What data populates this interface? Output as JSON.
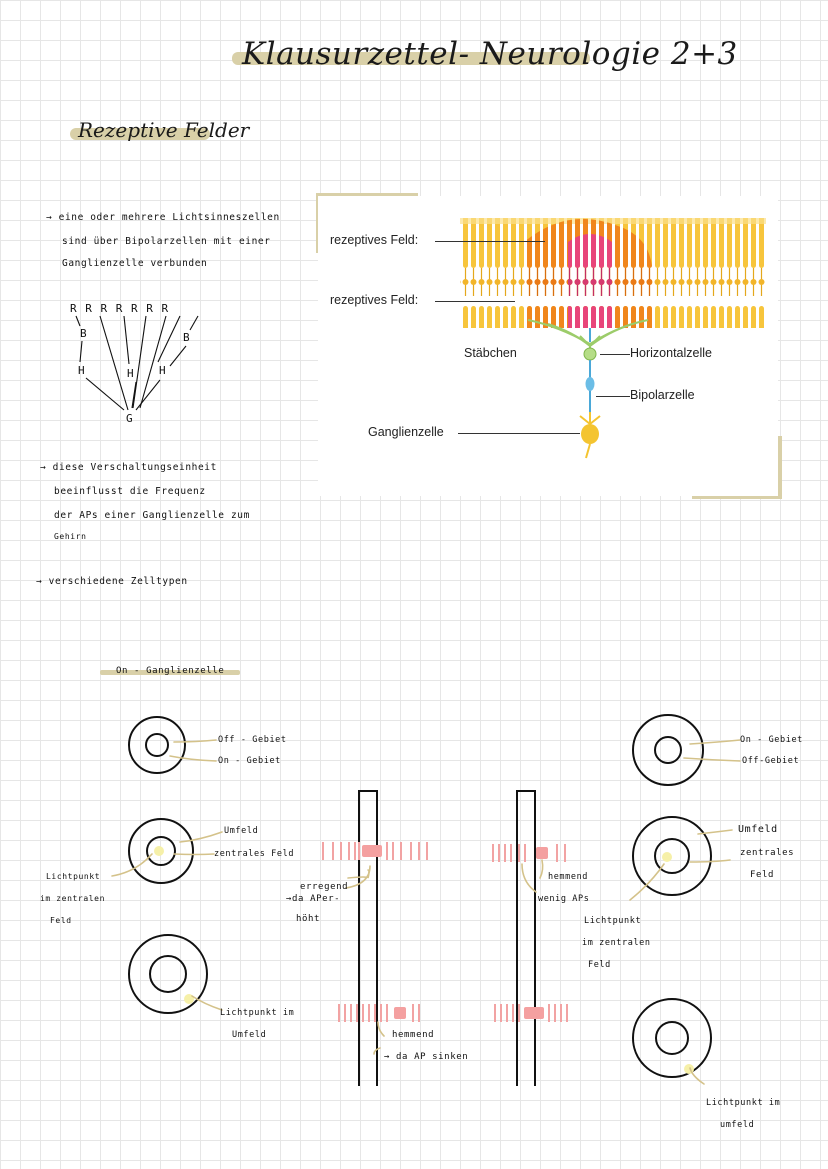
{
  "header": {
    "title": "Klausurzettel- Neurologie 2+3",
    "subtitle": "Rezeptive Felder"
  },
  "notes": {
    "point1": [
      "→ eine oder mehrere Lichtsinneszellen",
      "sind über Bipolarzellen mit einer",
      "Ganglienzelle verbunden"
    ],
    "scheme": {
      "row_r": "R  R  R  R  R R R",
      "b_left": "B",
      "b_right": "B",
      "h1": "H",
      "h2": "H",
      "h3": "H",
      "g": "G"
    },
    "point2": [
      "→ diese Verschaltungseinheit",
      "beeinflusst die Frequenz",
      "der APs einer Ganglienzelle zum",
      "Gehirn"
    ],
    "point3": "→ verschiedene Zelltypen",
    "section": "On - Ganglienzelle"
  },
  "figure": {
    "label_rf1": "rezeptives Feld:",
    "label_rf2": "rezeptives Feld:",
    "label_rods": "Stäbchen",
    "label_horizontal": "Horizontalzelle",
    "label_bipolar": "Bipolarzelle",
    "label_ganglion": "Ganglienzelle",
    "colors": {
      "yellow": "#f4c430",
      "orange": "#f08a1c",
      "pink": "#e8457a",
      "green": "#9ccc6a",
      "blue": "#4aa8d8"
    }
  },
  "left_diagram": {
    "off_area": "Off - Gebiet",
    "on_area": "On - Gebiet",
    "surround": "Umfeld",
    "center": "zentrales Feld",
    "lightpoint_center": [
      "Lichtpunkt",
      "im zentralen",
      "Feld"
    ],
    "lightpoint_surround": [
      "Lichtpunkt im",
      "Umfeld"
    ]
  },
  "middle": {
    "exc": [
      "erregend",
      "→da APer-",
      "höht"
    ],
    "inh_left": [
      "hemmend",
      "→ da AP sinken"
    ],
    "inh_right": [
      "hemmend",
      "wenig APs"
    ]
  },
  "right_diagram": {
    "on_area": "On - Gebiet",
    "off_area": "Off-Gebiet",
    "surround": "Umfeld",
    "center": [
      "zentrales",
      "Feld"
    ],
    "lightpoint_center": [
      "Lichtpunkt",
      "im zentralen",
      "Feld"
    ],
    "lightpoint_surround": [
      "Lichtpunkt im",
      "umfeld"
    ]
  }
}
